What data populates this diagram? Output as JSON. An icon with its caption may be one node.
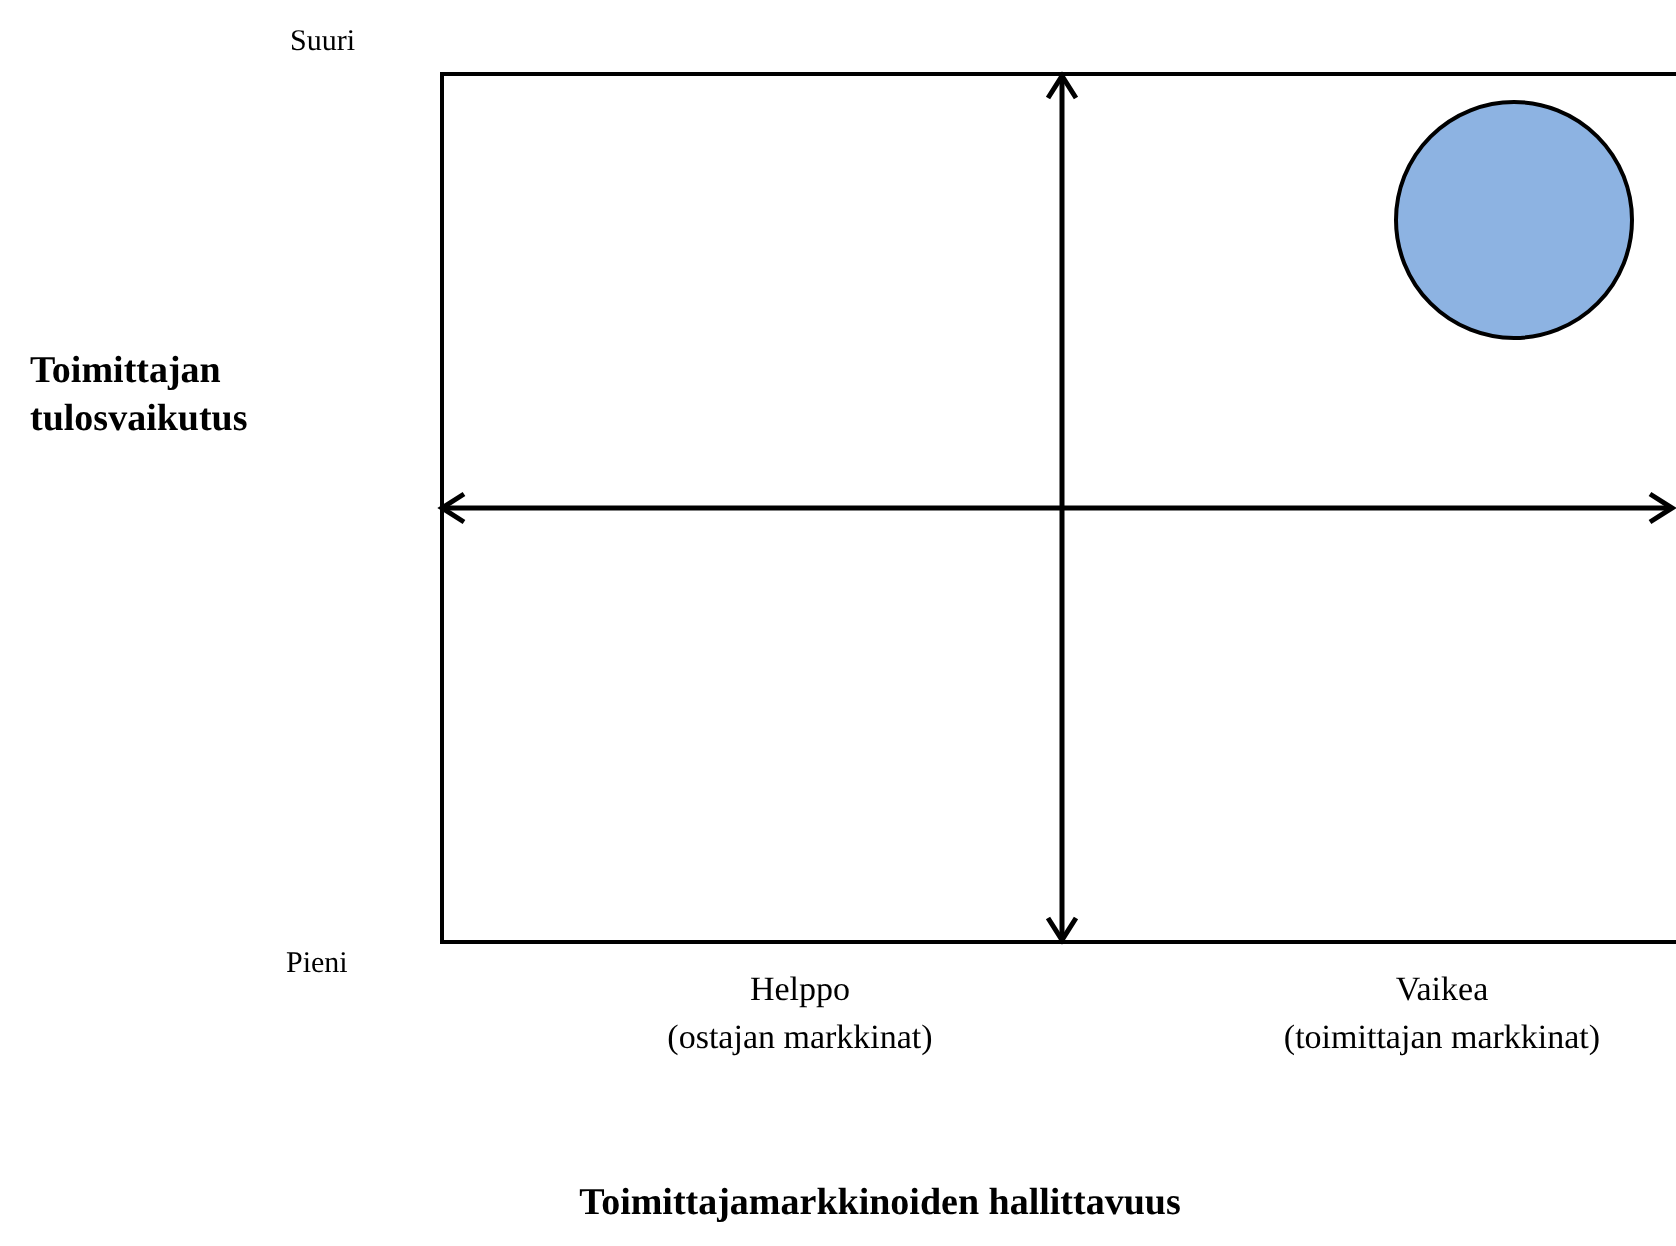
{
  "diagram": {
    "nodes": [
      {
        "text": [],
        "shape": "circle"
      }
    ],
    "labels": [
      "Suuri",
      "Toimittajan tulosvaikutus",
      "Pieni",
      "Helppo",
      "(ostajan markkinat)",
      "Vaikea",
      "(toimittajan markkinat)",
      "Toimittajamarkkinoiden hallittavuus"
    ]
  }
}
